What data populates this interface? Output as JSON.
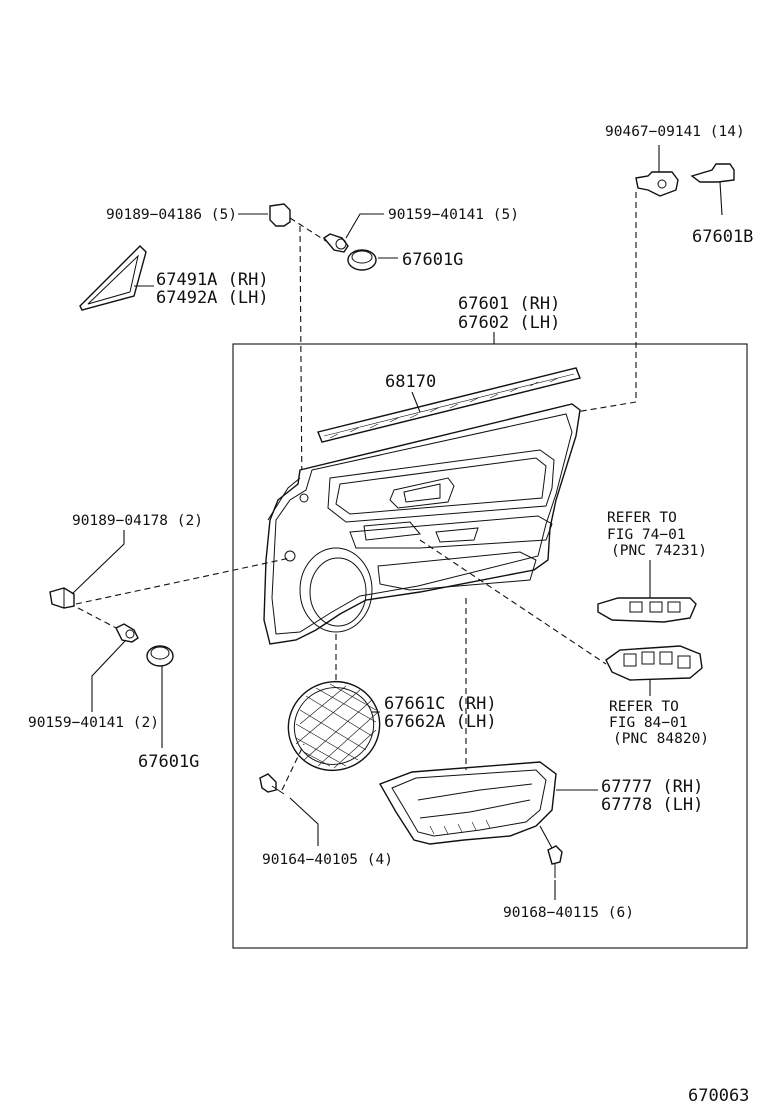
{
  "diagram": {
    "figure_number": "670063",
    "labels": {
      "p90467": "90467−09141 (14)",
      "p67601b": "67601B",
      "p90189a": "90189−04186 (5)",
      "p90159a": "90159−40141 (5)",
      "p67601g_top": "67601G",
      "p67491": "67491A (RH)",
      "p67492": "67492A (LH)",
      "p67601": "67601 (RH)",
      "p67602": "67602 (LH)",
      "p68170": "68170",
      "p90189b": "90189−04178 (2)",
      "ref1_line1": "REFER TO",
      "ref1_line2": "FIG 74−01",
      "ref1_line3": "(PNC 74231)",
      "ref2_line1": "REFER TO",
      "ref2_line2": "FIG 84−01",
      "ref2_line3": "(PNC 84820)",
      "p90159b": "90159−40141 (2)",
      "p67601g_bot": "67601G",
      "p67661c": "67661C (RH)",
      "p67662a": "67662A (LH)",
      "p67777": "67777 (RH)",
      "p67778": "67778 (LH)",
      "p90164": "90164−40105 (4)",
      "p90168": "90168−40115 (6)"
    }
  }
}
